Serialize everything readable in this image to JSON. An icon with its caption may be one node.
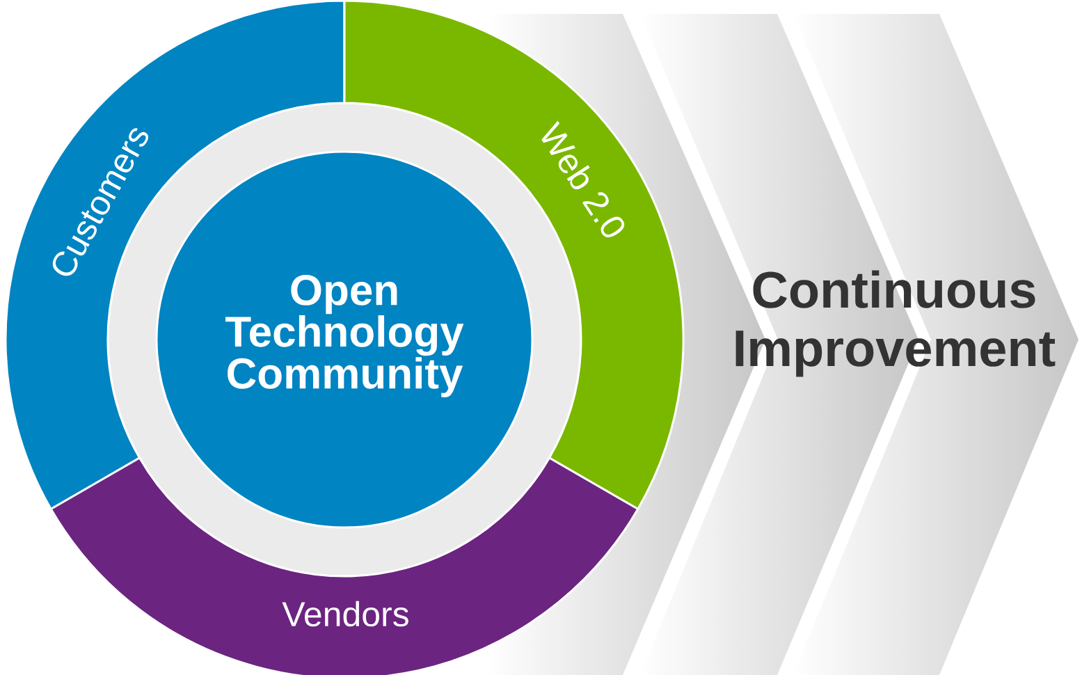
{
  "diagram": {
    "nodes": [
      {
        "text": [
          "Open Technology Community"
        ]
      },
      {
        "text": [
          "Customers"
        ]
      },
      {
        "text": [
          "Web 2.0"
        ]
      },
      {
        "text": [
          "Vendors"
        ]
      }
    ],
    "labels": [
      "Continuous Improvement"
    ]
  }
}
